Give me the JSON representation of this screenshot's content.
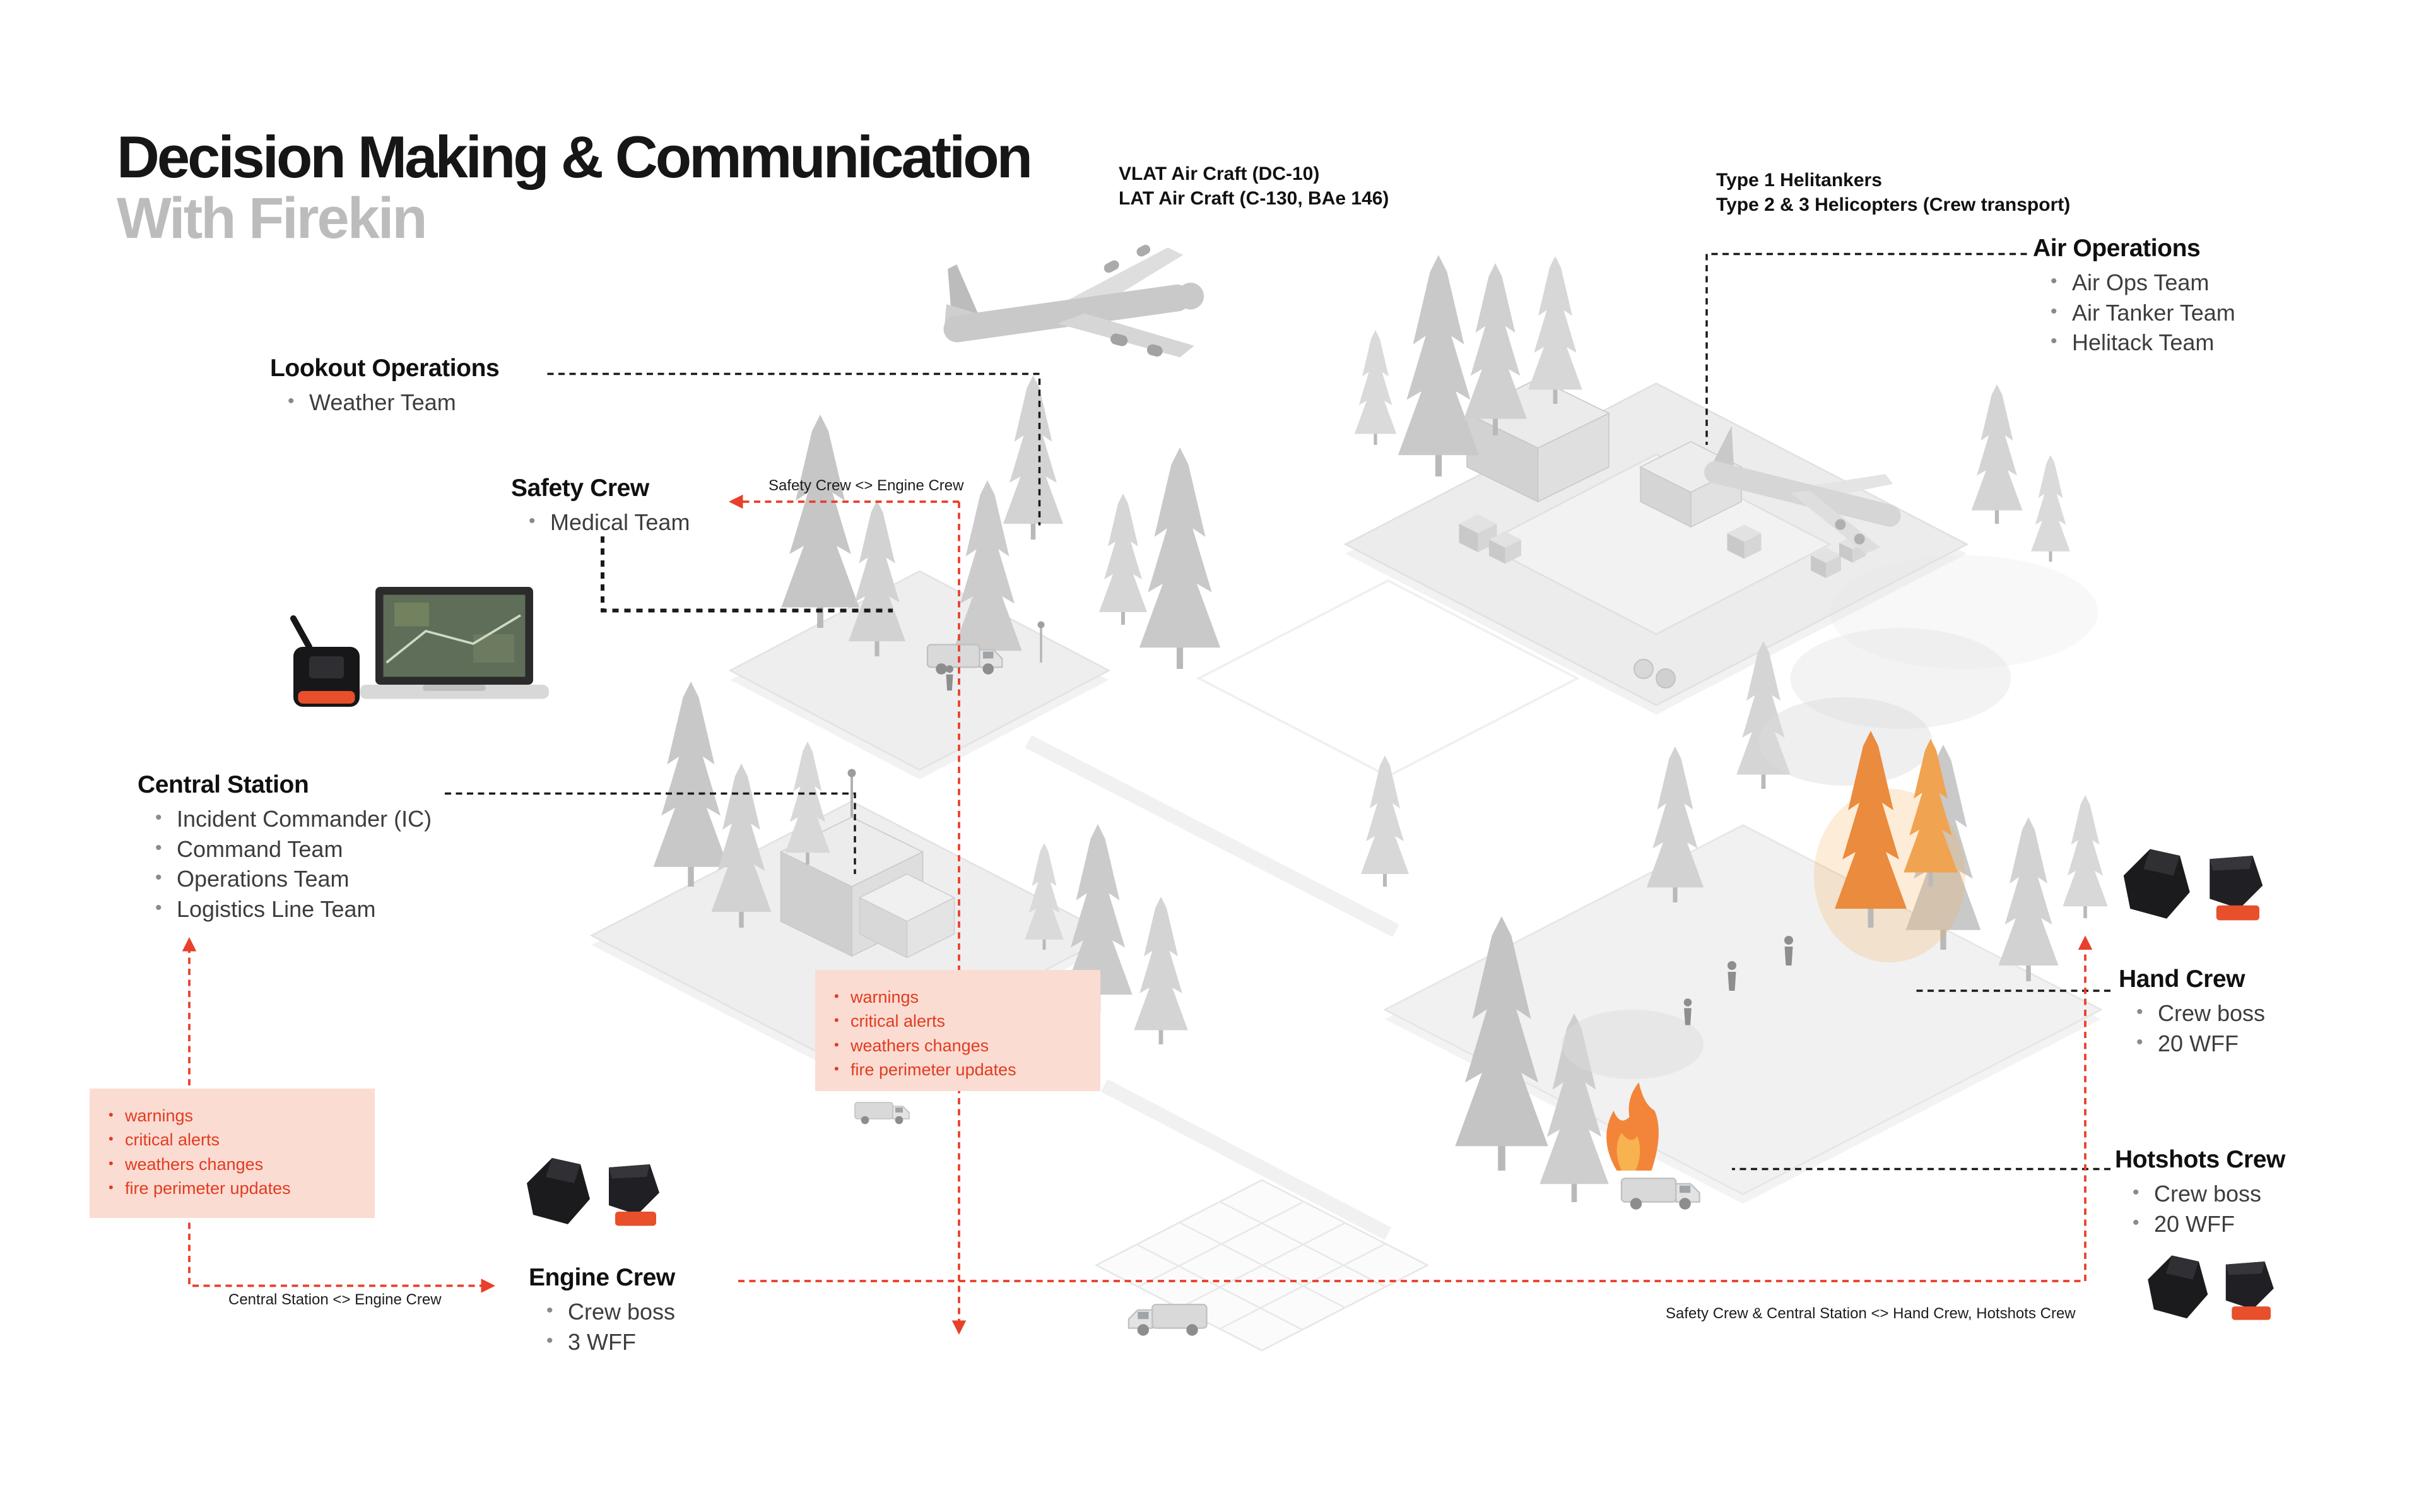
{
  "title": "Decision Making & Communication",
  "subtitle": "With Firekin",
  "aircraft_labels": {
    "vlat_line1": "VLAT Air Craft (DC-10)",
    "vlat_line2": "LAT Air Craft (C-130, BAe 146)",
    "heli_line1": "Type 1 Helitankers",
    "heli_line2": "Type 2 & 3 Helicopters (Crew transport)"
  },
  "groups": {
    "air_operations": {
      "title": "Air Operations",
      "items": [
        "Air Ops Team",
        "Air Tanker Team",
        "Helitack Team"
      ]
    },
    "lookout_operations": {
      "title": "Lookout Operations",
      "items": [
        "Weather Team"
      ]
    },
    "safety_crew": {
      "title": "Safety Crew",
      "items": [
        "Medical Team"
      ]
    },
    "central_station": {
      "title": "Central Station",
      "items": [
        "Incident Commander (IC)",
        "Command Team",
        "Operations Team",
        "Logistics Line Team"
      ]
    },
    "engine_crew": {
      "title": "Engine Crew",
      "items": [
        "Crew boss",
        "3 WFF"
      ]
    },
    "hand_crew": {
      "title": "Hand Crew",
      "items": [
        "Crew boss",
        "20 WFF"
      ]
    },
    "hotshots_crew": {
      "title": "Hotshots Crew",
      "items": [
        "Crew boss",
        "20 WFF"
      ]
    }
  },
  "alerts": {
    "items": [
      "warnings",
      "critical alerts",
      "weathers changes",
      "fire perimeter updates"
    ]
  },
  "connections": {
    "safety_engine": "Safety Crew <> Engine Crew",
    "central_engine": "Central Station <> Engine Crew",
    "safety_central_hand": "Safety Crew & Central Station <> Hand Crew, Hotshots Crew"
  },
  "colors": {
    "accent_red": "#E8402A",
    "alert_background": "#FBDCD2",
    "alert_text": "#E23B21",
    "subtitle_gray": "#BCBCBC",
    "title_black": "#161616"
  }
}
